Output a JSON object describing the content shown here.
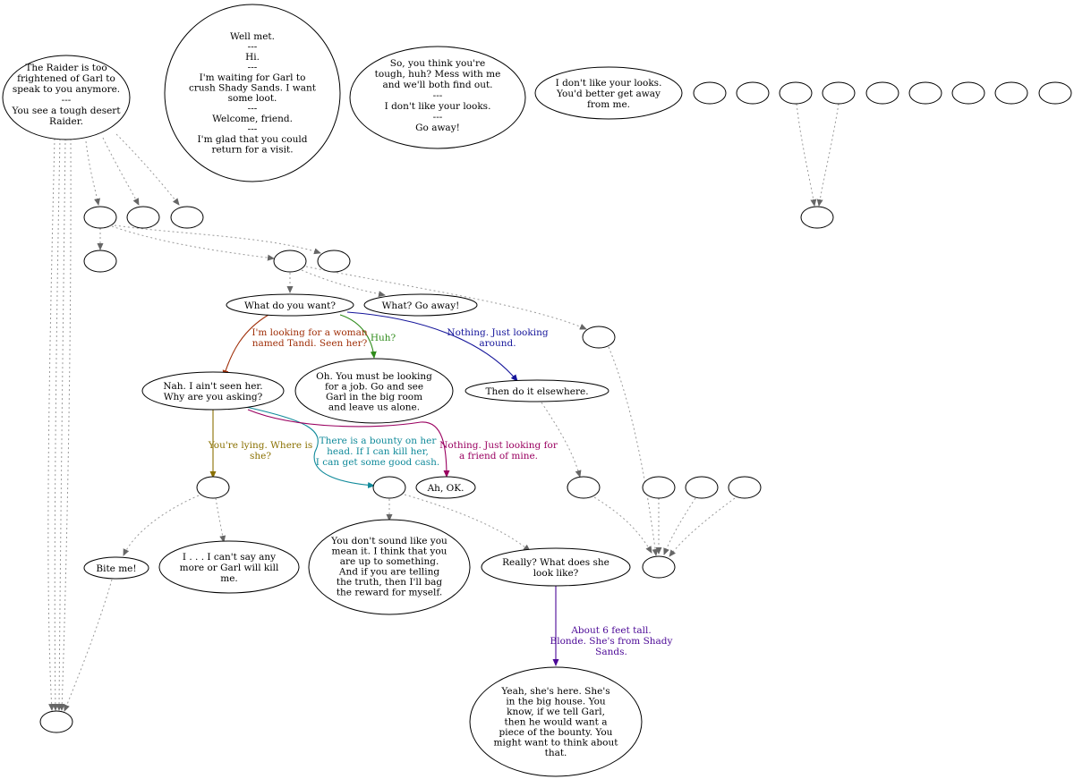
{
  "diagram": {
    "nodes": {
      "raider": [
        "The Raider is too",
        "frightened of Garl to",
        "speak to you anymore.",
        "---",
        "You see a tough desert",
        "Raider."
      ],
      "well_met": [
        "Well met.",
        "---",
        "Hi.",
        "---",
        "I'm waiting for Garl to",
        "crush Shady Sands. I want",
        "some loot.",
        "---",
        "Welcome, friend.",
        "---",
        "I'm glad that you could",
        "return for a visit."
      ],
      "tough": [
        "So, you think you're",
        "tough, huh? Mess with me",
        "and we'll both find out.",
        "---",
        "I don't like your looks.",
        "---",
        "Go away!"
      ],
      "looks": [
        "I don't like your looks.",
        "You'd better get away",
        "from me."
      ],
      "what_want": [
        "What do you want?"
      ],
      "go_away": [
        "What? Go away!"
      ],
      "nah": [
        "Nah. I ain't seen her.",
        "Why are you asking?"
      ],
      "job": [
        "Oh. You must be looking",
        "for a job. Go and see",
        "Garl in the big room",
        "and leave us alone."
      ],
      "elsewhere": [
        "Then do it elsewhere."
      ],
      "ah_ok": [
        "Ah, OK."
      ],
      "bite": [
        "Bite me!"
      ],
      "cant_say": [
        "I . . . I can't say any",
        "more or Garl will kill",
        "me."
      ],
      "dont_sound": [
        "You don't sound like you",
        "mean it. I think that you",
        "are up to something.",
        "And if you are telling",
        "the truth, then I'll bag",
        "the reward for myself."
      ],
      "really": [
        "Really? What does she",
        "look like?"
      ],
      "here": [
        "Yeah, she's here. She's",
        "in the big house. You",
        "know, if we tell Garl,",
        "then he would want a",
        "piece of the bounty. You",
        "might want to think about",
        "that."
      ]
    },
    "edge_labels": {
      "tandi": [
        "I'm looking for a woman",
        "named Tandi. Seen her?"
      ],
      "huh": [
        "Huh?"
      ],
      "nothing_looking": [
        "Nothing. Just looking",
        "around."
      ],
      "lying": [
        "You're lying. Where is",
        "she?"
      ],
      "bounty": [
        "There is a bounty on her",
        "head. If I can kill her,",
        "I can get some good cash."
      ],
      "friend": [
        "Nothing. Just looking for",
        "a friend of mine."
      ],
      "six_feet": [
        "About 6 feet tall.",
        "Blonde. She's from Shady",
        "Sands."
      ]
    },
    "colors": {
      "tandi": "#a0300a",
      "huh": "#2e8b1a",
      "nothing_looking": "#14149a",
      "lying": "#8a7000",
      "bounty": "#108a9a",
      "friend": "#9a0060",
      "six_feet": "#4b0896",
      "dotted": "#9a9a9a"
    }
  }
}
